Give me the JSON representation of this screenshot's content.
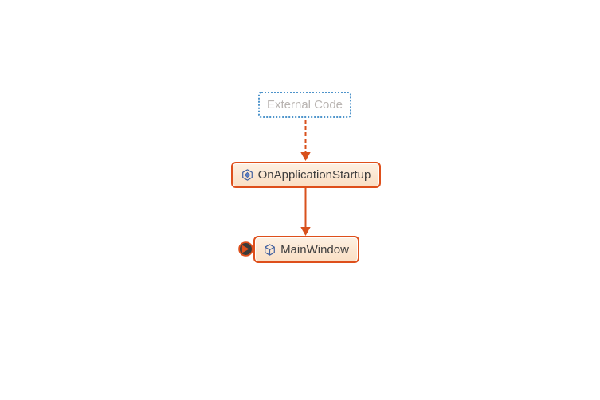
{
  "diagram": {
    "type": "call-graph",
    "background": "#ffffff",
    "nodes": {
      "external_code": {
        "label": "External Code",
        "kind": "external-group",
        "border_color": "#4e94cb",
        "border_style": "dotted",
        "text_color": "#b9b4b1"
      },
      "on_application_startup": {
        "label": "OnApplicationStartup",
        "kind": "method",
        "icon": "method-cube-icon",
        "border_color": "#de4f1b",
        "fill_color": "#fce8d5",
        "text_color": "#3e3e3e"
      },
      "main_window": {
        "label": "MainWindow",
        "kind": "method",
        "icon": "cube-icon",
        "border_color": "#de4f1b",
        "fill_color": "#fce8d5",
        "text_color": "#3e3e3e",
        "badge": "expand-incoming-calls"
      }
    },
    "edges": [
      {
        "from": "External Code",
        "to": "OnApplicationStartup",
        "style": "dashed",
        "color": "#d8511d",
        "direction": "down"
      },
      {
        "from": "OnApplicationStartup",
        "to": "MainWindow",
        "style": "solid",
        "color": "#d8511d",
        "direction": "down"
      }
    ],
    "badge": {
      "circle_fill": "#3a3a3a",
      "ring_color": "#de4f1b",
      "arrow_color": "#de4f1b"
    },
    "icon_colors": {
      "cube_stroke": "#41609f",
      "diamond_fill": "#5b7ec5"
    }
  }
}
